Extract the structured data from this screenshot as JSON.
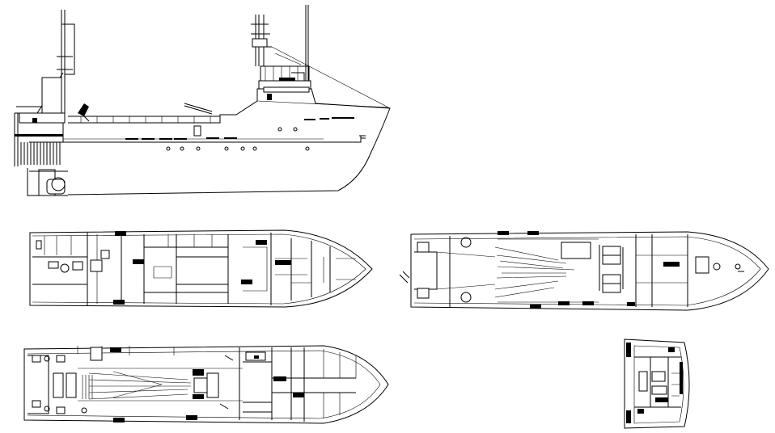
{
  "drawing": {
    "background": "#ffffff",
    "line_color": "#000000",
    "views": [
      {
        "id": "profile",
        "icon": "ship-side-elevation"
      },
      {
        "id": "main-deck",
        "icon": "ship-deck-plan"
      },
      {
        "id": "trawl-deck",
        "icon": "ship-deck-plan"
      },
      {
        "id": "lower-deck",
        "icon": "ship-deck-plan"
      },
      {
        "id": "bridge-deck",
        "icon": "ship-deck-plan"
      }
    ]
  }
}
